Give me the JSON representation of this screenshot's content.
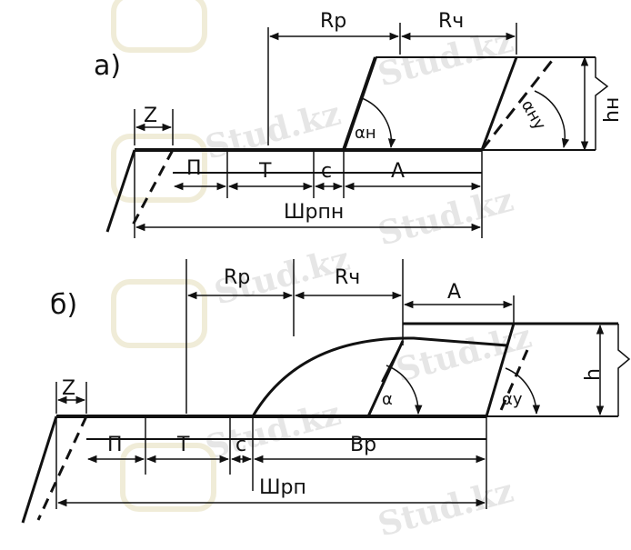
{
  "watermark": "Stud.kz",
  "diagram_a": {
    "panel_label": "а)",
    "dim_top_left": "Rр",
    "dim_top_right": "Rч",
    "dim_z": "Z",
    "seg_p": "П",
    "seg_t": "Т",
    "seg_c": "с",
    "seg_a": "А",
    "dim_total": "Шрпн",
    "angle_left": "αн",
    "angle_right": "αну",
    "dim_height": "hн"
  },
  "diagram_b": {
    "panel_label": "б)",
    "dim_top_left": "Rр",
    "dim_top_right": "Rч",
    "dim_top_a": "А",
    "dim_z": "Z",
    "seg_p": "П",
    "seg_t": "Т",
    "seg_c": "с",
    "seg_b": "Вр",
    "dim_total": "Шрп",
    "angle_left": "α",
    "angle_right": "αу",
    "dim_height": "h"
  }
}
